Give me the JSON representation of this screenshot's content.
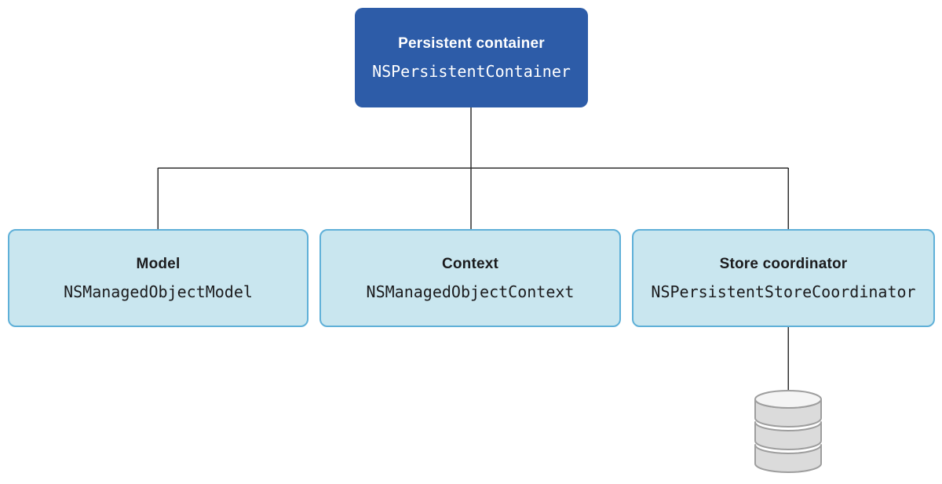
{
  "diagram": {
    "type": "tree",
    "root": {
      "title": "Persistent container",
      "code": "NSPersistentContainer"
    },
    "children": [
      {
        "id": "model",
        "title": "Model",
        "code": "NSManagedObjectModel"
      },
      {
        "id": "context",
        "title": "Context",
        "code": "NSManagedObjectContext"
      },
      {
        "id": "store_coordinator",
        "title": "Store coordinator",
        "code": "NSPersistentStoreCoordinator",
        "attachment_icon": "database-icon"
      }
    ],
    "colors": {
      "root_node_bg": "#2D5CA8",
      "root_node_text": "#FFFFFF",
      "child_node_bg": "#C9E6EF",
      "child_node_border": "#5FB0D8",
      "child_node_text": "#1B1B1D",
      "connector": "#2F2F2F",
      "database_fill": "#DBDBDB",
      "database_stroke": "#9E9E9E",
      "database_top": "#F4F4F4",
      "background": "#FFFFFF"
    }
  }
}
